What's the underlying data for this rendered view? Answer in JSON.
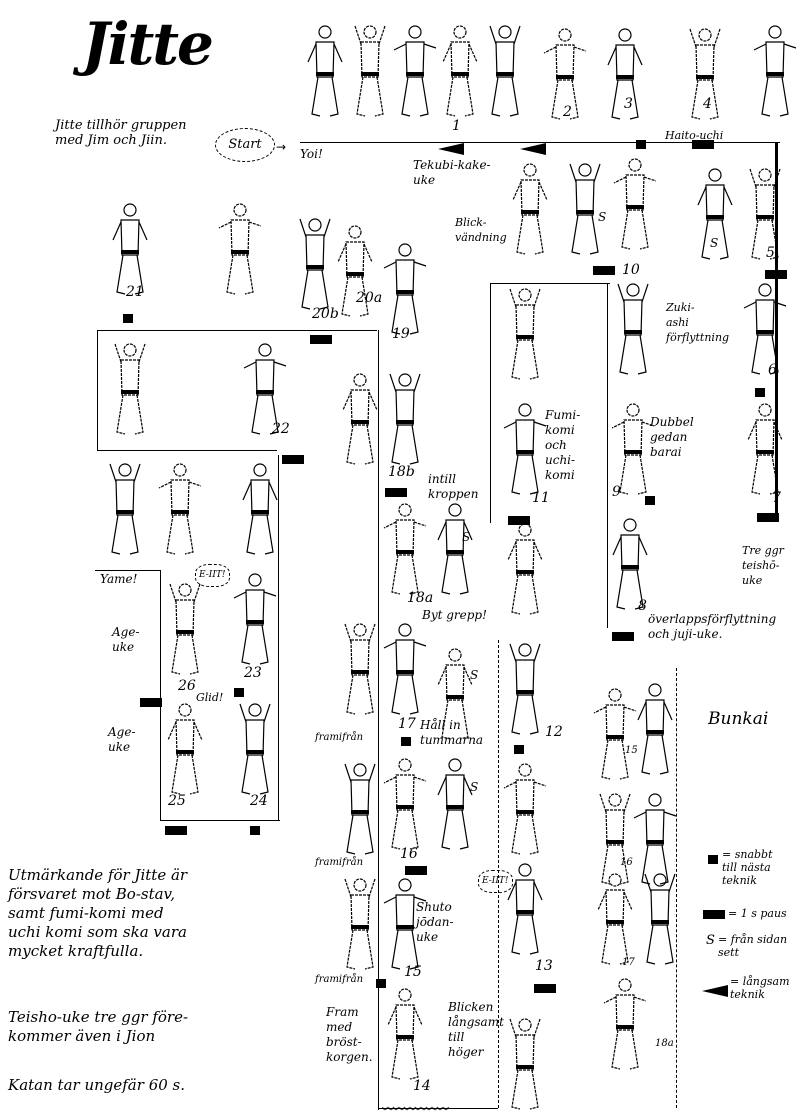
{
  "title": "Jitte",
  "intro": "Jitte tillhör gruppen\nmed Jim och Jiin.",
  "start_label": "Start",
  "labels": {
    "yoi": "Yoi!",
    "haito_uchi": "Haito-uchi",
    "tekubi_kake_uke": "Tekubi-kake-\nuke",
    "blick_vandning": "Blick-\nvändning",
    "zuki_ashi": "Zuki-\nashi\nförflyttning",
    "dubbel_gedan_barai": "Dubbel\ngedan\nbarai",
    "tre_ggr_teisho_uke": "Tre ggr\nteishō-\nuke",
    "overlappsforflyttning": "överlappsförflyttning\noch juji-uke.",
    "fumi_komi": "Fumi-\nkomi\noch\nuchi-\nkomi",
    "intill_kroppen": "intill\nkroppen",
    "byt_grepp": "Byt grepp!",
    "hall_in_tummarna": "Håll in\ntummarna",
    "framifran_1": "framifrån",
    "framifran_2": "framifrån",
    "framifran_3": "framifrån",
    "shuto_jodan_uke": "Shuto\njōdan-\nuke",
    "fram_med_brostkorgen": "Fram\nmed\nbröst-\nkorgen.",
    "blicken_langsamt": "Blicken\nlångsamt\ntill\nhöger",
    "kiai_1": "E-IIT!",
    "kiai_2": "E-IIT!",
    "yame": "Yame!",
    "age_uke_1": "Age-\nuke",
    "age_uke_2": "Age-\nuke",
    "glid": "Glid!",
    "side_s": "S",
    "bunkai": "Bunkai"
  },
  "notes": {
    "characteristic": "Utmärkande för Jitte är\nförsvaret mot Bo-stav,\nsamt fumi-komi med\nuchi komi som ska vara\nmycket kraftfulla.",
    "teisho": "Teisho-uke tre ggr före-\nkommer även i Jion",
    "duration": "Katan tar ungefär 60 s."
  },
  "legend": {
    "small_block": "= snabbt\ntill nästa\nteknik",
    "large_block": "= 1 s paus",
    "s_symbol_key": "S",
    "s_symbol": "= från sidan\nsett",
    "triangle": "= långsam\nteknik"
  },
  "steps": [
    "1",
    "2",
    "3",
    "4",
    "5",
    "6",
    "7",
    "8",
    "9",
    "10",
    "11",
    "12",
    "13",
    "14",
    "15",
    "16",
    "17",
    "18a",
    "18b",
    "19",
    "20a",
    "20b",
    "21",
    "22",
    "23",
    "24",
    "25",
    "26"
  ],
  "bunkai_steps": [
    "15",
    "16",
    "17",
    "18a"
  ]
}
